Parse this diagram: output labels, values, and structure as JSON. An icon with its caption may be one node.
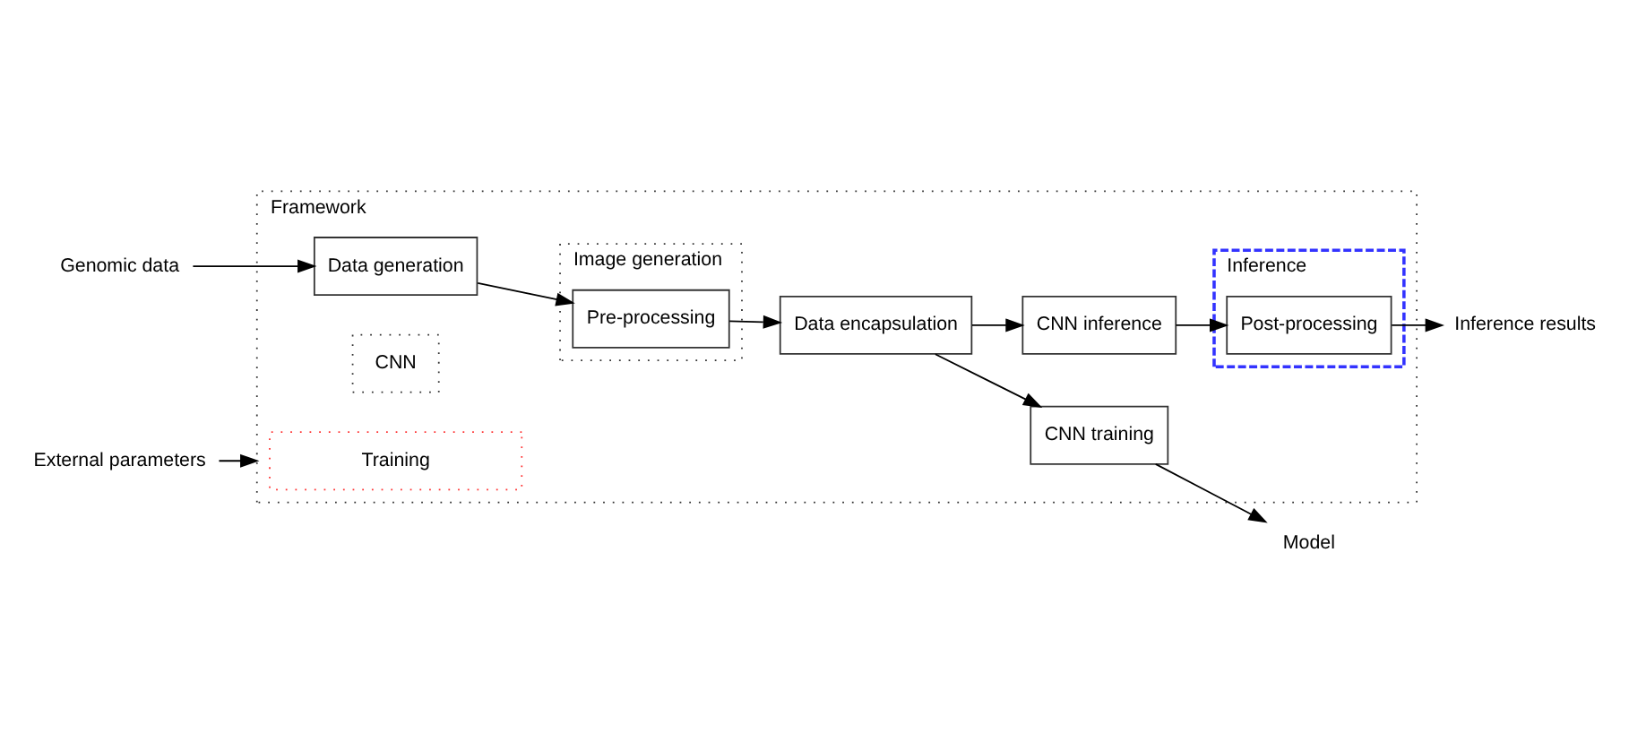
{
  "diagram": {
    "nodes": [
      {
        "text": [
          "Framework"
        ]
      },
      {
        "text": [
          "Training"
        ],
        "in": 0
      },
      {
        "text": [
          "CNN"
        ],
        "in": 0
      },
      {
        "text": [
          "CNN training"
        ],
        "in": 0
      },
      {
        "text": [
          "Model"
        ]
      },
      {
        "text": [
          "Inference"
        ],
        "in": 0
      },
      {
        "text": [
          "Image generation"
        ],
        "in": 0
      },
      {
        "text": [
          "Pre-processing"
        ],
        "in": 6
      },
      {
        "text": [
          "Genomic data"
        ]
      },
      {
        "text": [
          "Data generation"
        ],
        "in": 0
      },
      {
        "text": [
          "Data encapsulation"
        ],
        "in": 0
      },
      {
        "text": [
          "External parameters"
        ]
      },
      {
        "text": [
          "CNN inference"
        ],
        "in": 0
      },
      {
        "text": [
          "Post-processing"
        ],
        "in": 5
      },
      {
        "text": [
          "Inference results"
        ]
      }
    ],
    "edges": [
      {
        "from": 8,
        "to": 9,
        "arrow": "to"
      },
      {
        "from": 11,
        "to": 0,
        "arrow": "to"
      },
      {
        "from": 9,
        "to": 7,
        "arrow": "to"
      },
      {
        "from": 7,
        "to": 10,
        "arrow": "to"
      },
      {
        "from": 10,
        "to": 3,
        "arrow": "to"
      },
      {
        "from": 10,
        "to": 12,
        "arrow": "to"
      },
      {
        "from": 3,
        "to": 4,
        "arrow": "to"
      },
      {
        "from": 12,
        "to": 13,
        "arrow": "to"
      },
      {
        "from": 13,
        "to": 14,
        "arrow": "to"
      }
    ]
  }
}
